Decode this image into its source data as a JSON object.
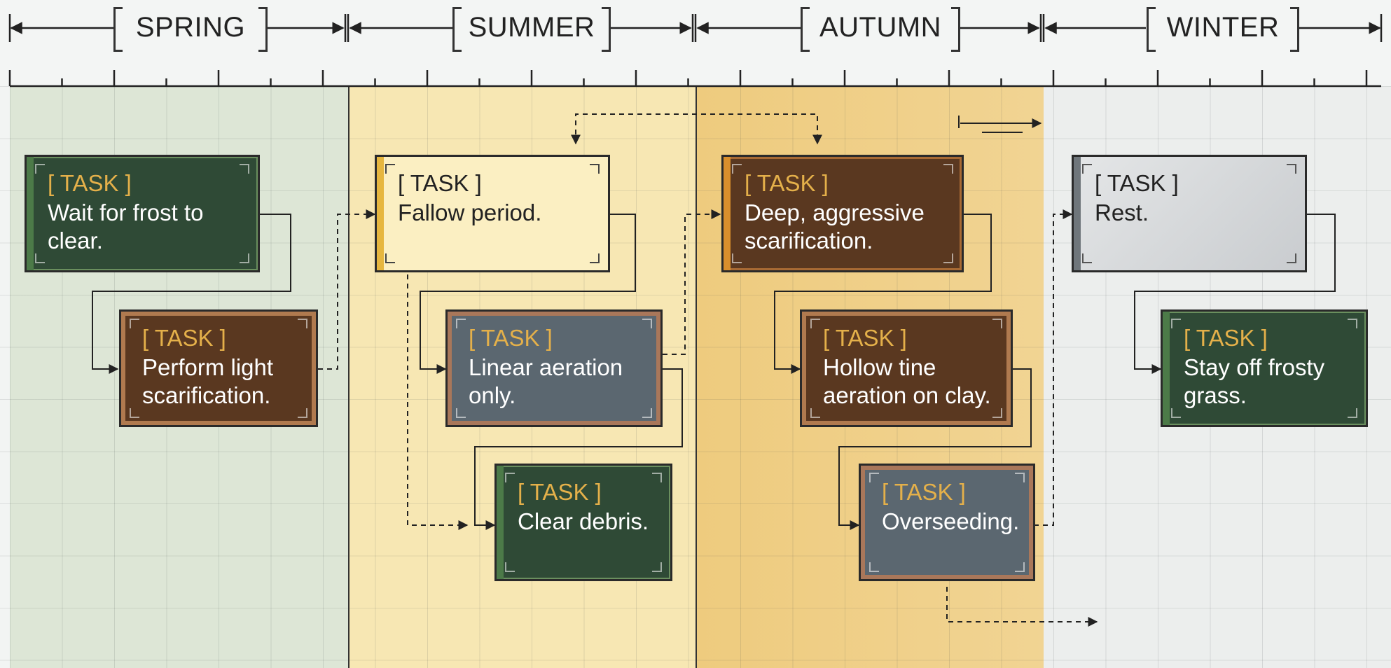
{
  "seasons": [
    {
      "label": "SPRING"
    },
    {
      "label": "SUMMER"
    },
    {
      "label": "AUTUMN"
    },
    {
      "label": "WINTER"
    }
  ],
  "task_tag": "[ TASK ]",
  "tasks": [
    {
      "id": "t1",
      "season": "SPRING",
      "text": "Wait for frost to clear."
    },
    {
      "id": "t2",
      "season": "SPRING",
      "text": "Perform light scarification."
    },
    {
      "id": "t3",
      "season": "SUMMER",
      "text": "Fallow period."
    },
    {
      "id": "t4",
      "season": "SUMMER",
      "text": "Linear aeration only."
    },
    {
      "id": "t5",
      "season": "SUMMER",
      "text": "Clear debris."
    },
    {
      "id": "t6",
      "season": "AUTUMN",
      "text": "Deep, aggressive scarification."
    },
    {
      "id": "t7",
      "season": "AUTUMN",
      "text": "Hollow tine aeration on clay."
    },
    {
      "id": "t8",
      "season": "AUTUMN",
      "text": "Overseeding."
    },
    {
      "id": "t9",
      "season": "WINTER",
      "text": "Rest."
    },
    {
      "id": "t10",
      "season": "WINTER",
      "text": "Stay off frosty grass."
    }
  ],
  "colors": {
    "spring": "#dde6d6",
    "summer": "#f7e7b3",
    "autumn": "#eecb7e",
    "winter": "#eceeed",
    "tag_accent": "#e4b04a"
  }
}
